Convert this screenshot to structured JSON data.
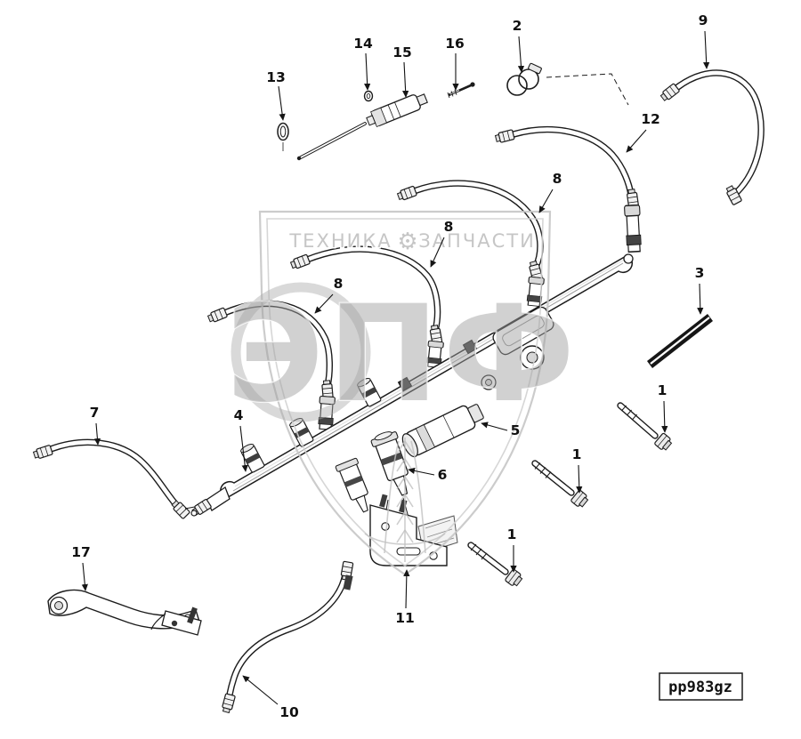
{
  "colors": {
    "ink": "#1c1c1c",
    "watermark_gray": "#b5b5b5",
    "background": "#ffffff"
  },
  "watermark": {
    "tagline_left": "ТЕХНИКА",
    "gear_icon": "⚙",
    "tagline_right": "ЗАПЧАСТИ",
    "brand": "ЭПФ"
  },
  "part_code": "pp983gz",
  "callouts": [
    {
      "label": "13"
    },
    {
      "label": "14"
    },
    {
      "label": "15"
    },
    {
      "label": "16"
    },
    {
      "label": "2"
    },
    {
      "label": "9"
    },
    {
      "label": "12"
    },
    {
      "label": "8"
    },
    {
      "label": "8"
    },
    {
      "label": "8"
    },
    {
      "label": "3"
    },
    {
      "label": "1"
    },
    {
      "label": "1"
    },
    {
      "label": "1"
    },
    {
      "label": "7"
    },
    {
      "label": "4"
    },
    {
      "label": "5"
    },
    {
      "label": "6"
    },
    {
      "label": "17"
    },
    {
      "label": "11"
    },
    {
      "label": "10"
    }
  ]
}
